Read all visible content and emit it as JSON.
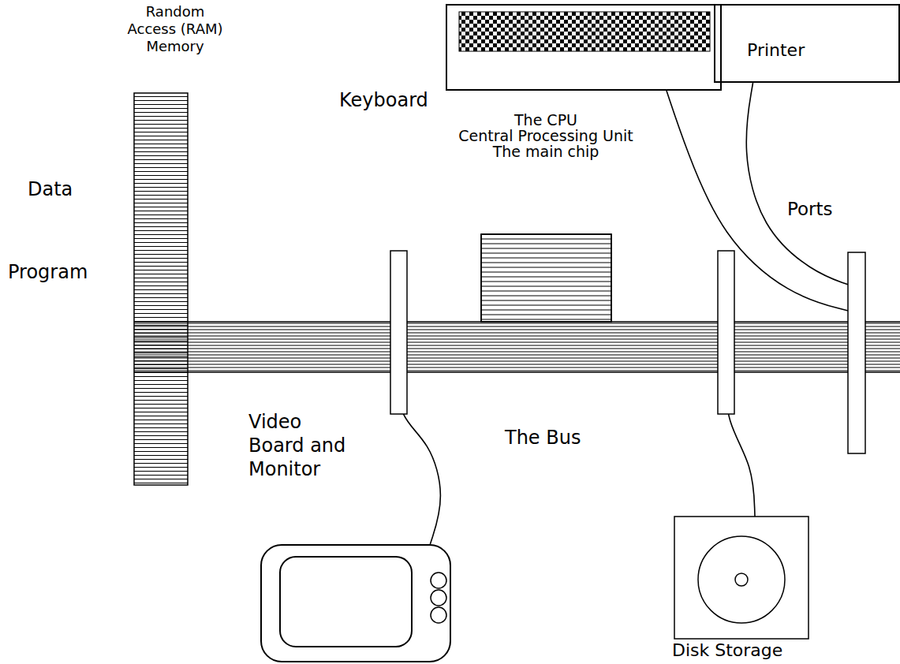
{
  "diagram": {
    "nodes": [
      {
        "text": [
          "Random Access (RAM) Memory"
        ]
      },
      {
        "text": [
          "Keyboard"
        ]
      },
      {
        "text": [
          "Printer"
        ]
      },
      {
        "text": [
          "The CPU Central Processing Unit The main chip"
        ]
      },
      {
        "text": [
          "Ports"
        ]
      },
      {
        "text": [
          "The Bus"
        ]
      },
      {
        "text": [
          "Video Board and Monitor"
        ]
      },
      {
        "text": [
          "Disk Storage"
        ]
      }
    ],
    "edges": [
      {
        "from": 1,
        "to": 4,
        "arrow": "none"
      },
      {
        "from": 2,
        "to": 4,
        "arrow": "none"
      },
      {
        "from": 6,
        "to": 5,
        "arrow": "none"
      },
      {
        "from": 7,
        "to": 5,
        "arrow": "none"
      }
    ],
    "labels": [
      "Data",
      "Program"
    ]
  }
}
